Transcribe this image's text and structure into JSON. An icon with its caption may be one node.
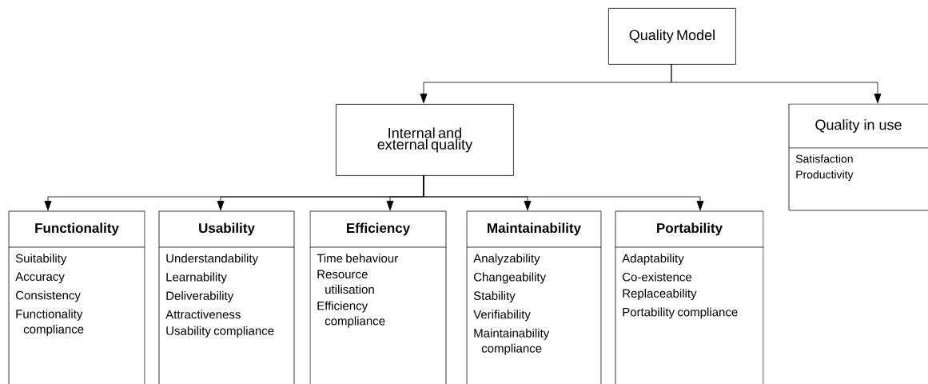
{
  "diagram": {
    "nodes": [
      {
        "text": [
          "Quality Model"
        ]
      },
      {
        "text": [
          "Internal and external quality"
        ]
      },
      {
        "text": [
          "Quality in use",
          "Satisfaction",
          "Productivity"
        ]
      },
      {
        "text": [
          "Functionality",
          "Suitability",
          "Accuracy",
          "Consistency",
          "Functionality compliance"
        ]
      },
      {
        "text": [
          "Usability",
          "Understandability",
          "Learnability",
          "Deliverability",
          "Attractiveness",
          "Usability compliance"
        ]
      },
      {
        "text": [
          "Efficiency",
          "Time behaviour",
          "Resource utilisation",
          "Efficiency compliance"
        ]
      },
      {
        "text": [
          "Maintainability",
          "Analyzability",
          "Changeability",
          "Stability",
          "Verifiability",
          "Maintainability compliance"
        ]
      },
      {
        "text": [
          "Portability",
          "Adaptability",
          "Co-existence",
          "Replaceability",
          "Portability compliance"
        ]
      }
    ],
    "edges": [
      {
        "from": 0,
        "to": 1,
        "arrow": "to"
      },
      {
        "from": 0,
        "to": 2,
        "arrow": "to"
      },
      {
        "from": 1,
        "to": 3,
        "arrow": "to"
      },
      {
        "from": 1,
        "to": 4,
        "arrow": "to"
      },
      {
        "from": 1,
        "to": 5,
        "arrow": "to"
      },
      {
        "from": 1,
        "to": 6,
        "arrow": "to"
      },
      {
        "from": 1,
        "to": 7,
        "arrow": "to"
      }
    ]
  }
}
